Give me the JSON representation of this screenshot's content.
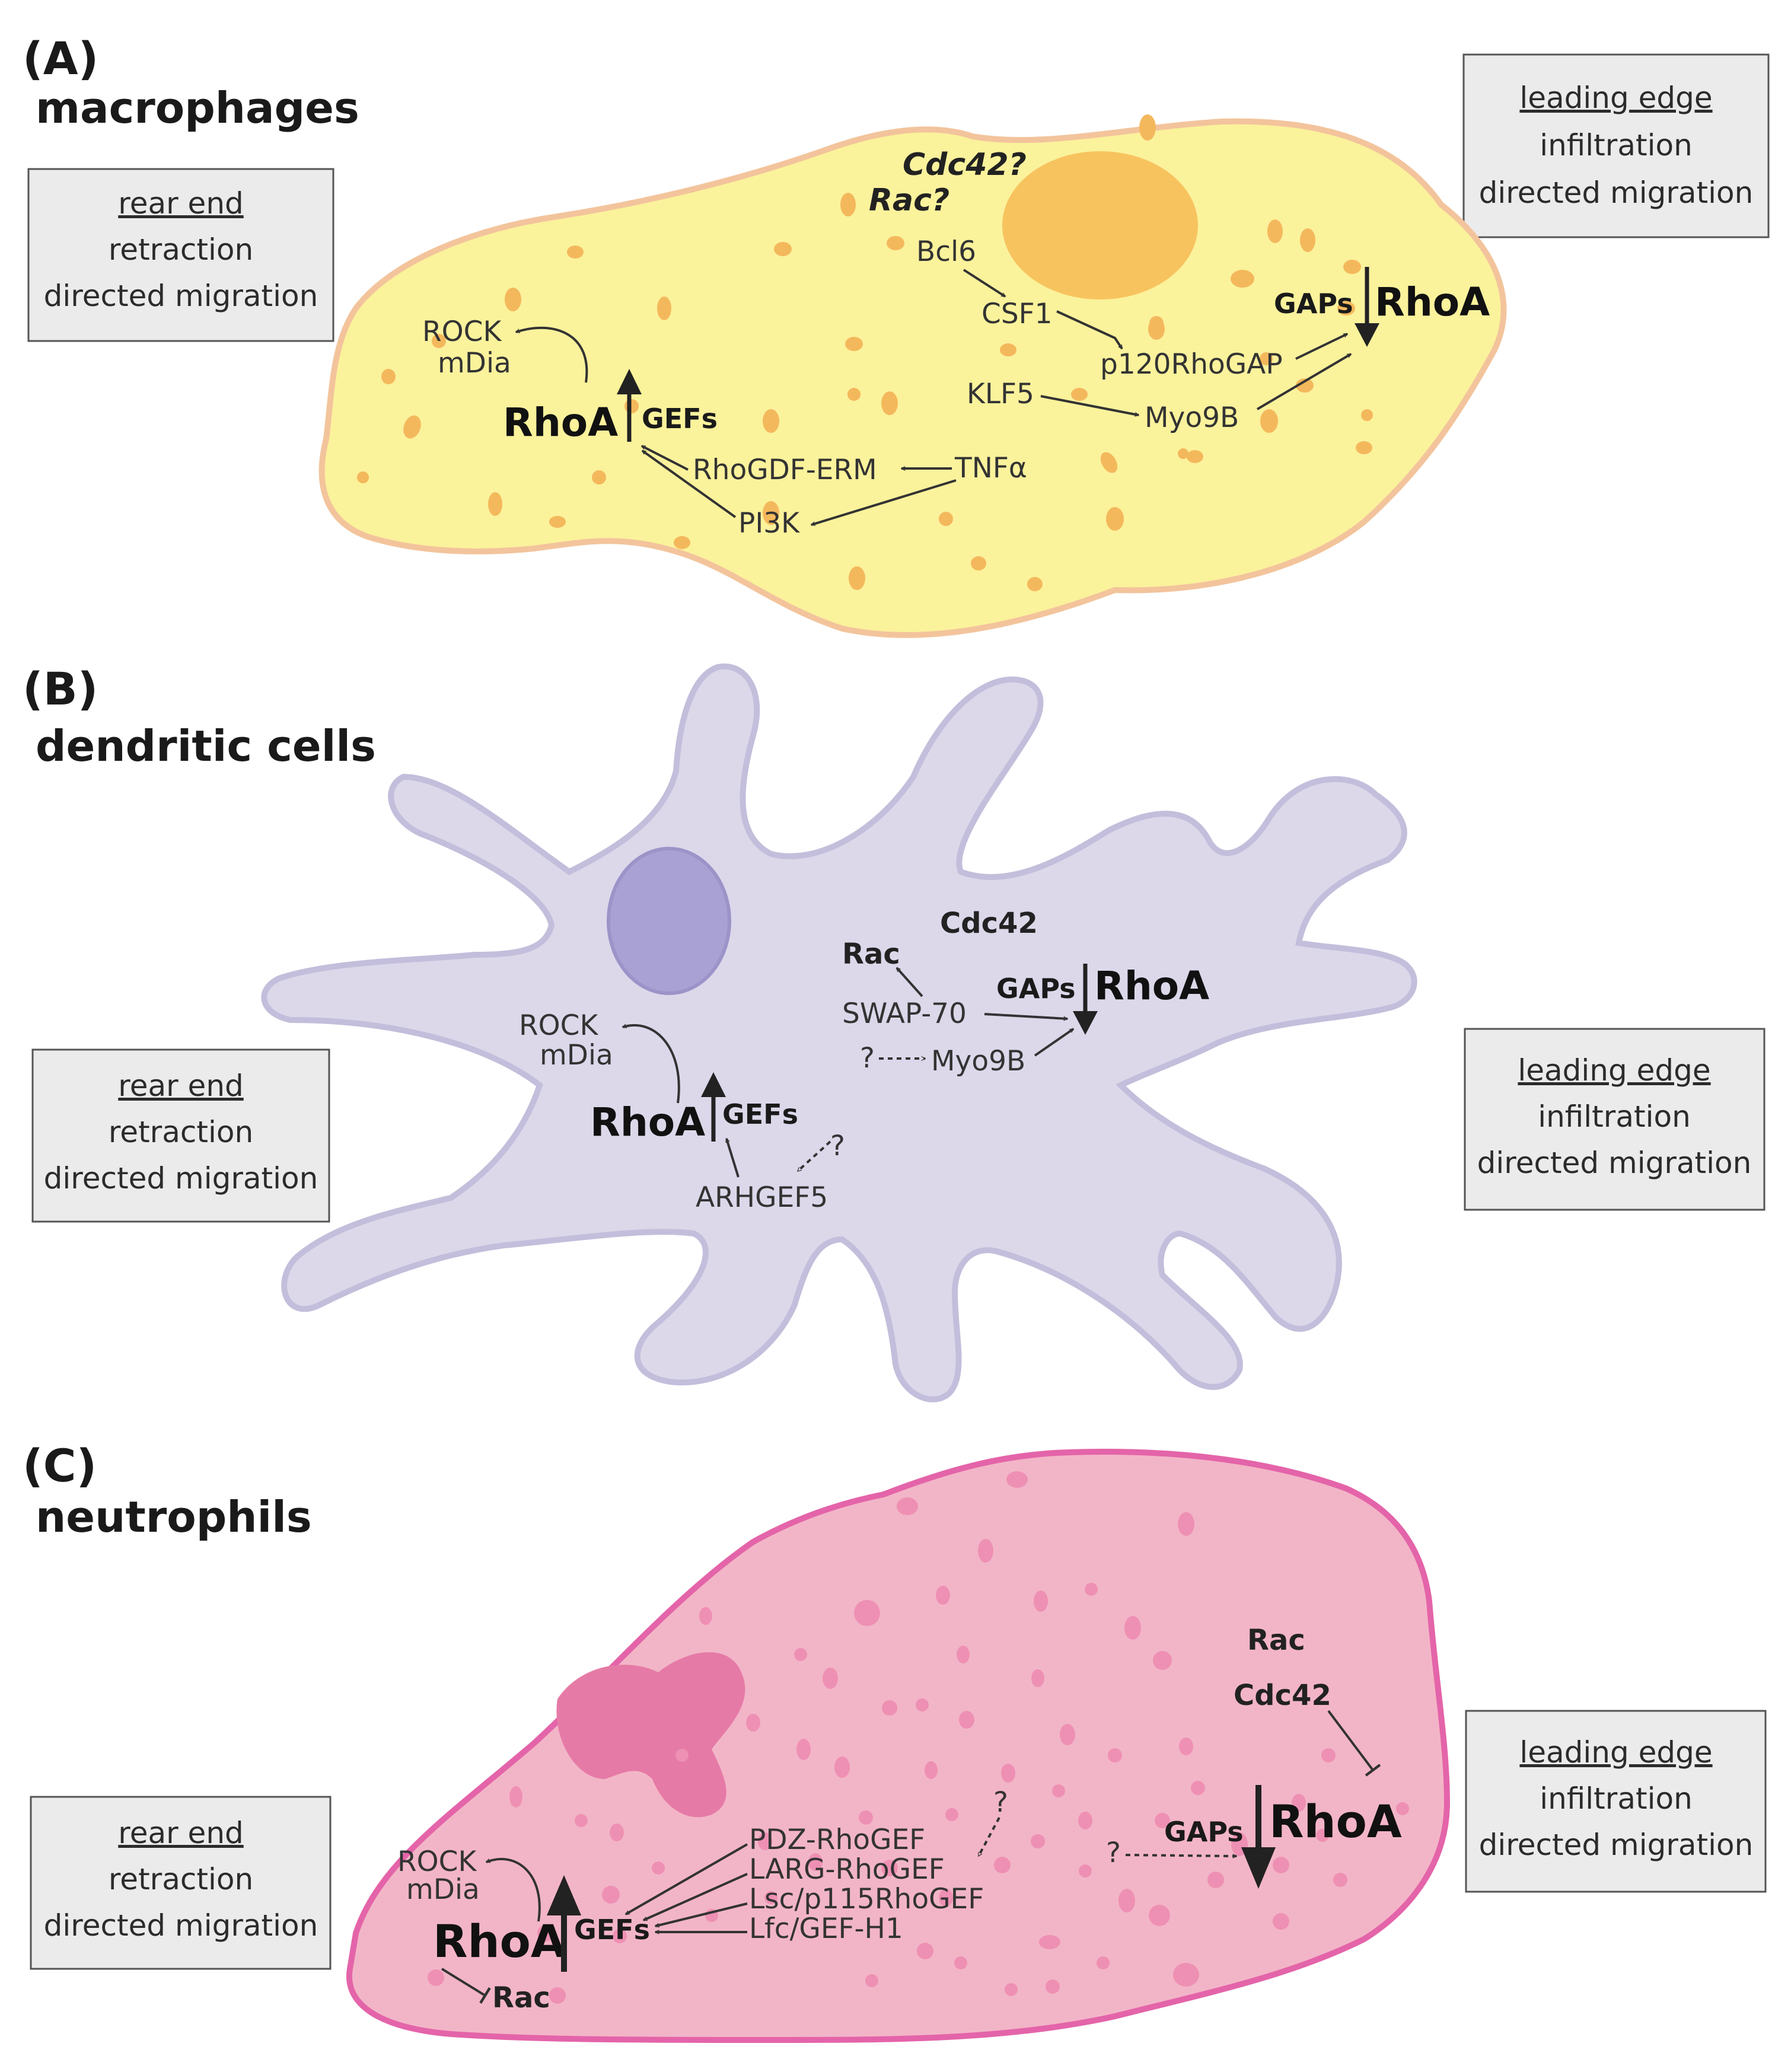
{
  "panels": [
    {
      "letter": "(A)",
      "title": "macrophages",
      "rear_box": {
        "title": "rear end",
        "line1": "retraction",
        "line2": "directed migration"
      },
      "lead_box": {
        "title": "leading edge",
        "line1": "infiltration",
        "line2": "directed migration"
      },
      "colors": {
        "cell": "#fbf29c",
        "outline": "#f3c49c",
        "granule": "#f4b85c",
        "nucleus": "#f7c35e"
      },
      "labels": {
        "cdc42": "Cdc42?",
        "rac": "Rac?",
        "bcl6": "Bcl6",
        "csf1": "CSF1",
        "p120": "p120RhoGAP",
        "klf5": "KLF5",
        "myo9b": "Myo9B",
        "gaps": "GAPs",
        "rhoa_lead": "RhoA",
        "rock": "ROCK",
        "mdia": "mDia",
        "rhoa_rear": "RhoA",
        "gefs": "GEFs",
        "rhogdf": "RhoGDF-ERM",
        "tnfa": "TNFα",
        "pi3k": "PI3K"
      }
    },
    {
      "letter": "(B)",
      "title": "dendritic cells",
      "rear_box": {
        "title": "rear end",
        "line1": "retraction",
        "line2": "directed migration"
      },
      "lead_box": {
        "title": "leading edge",
        "line1": "infiltration",
        "line2": "directed migration"
      },
      "colors": {
        "cell": "#dcd8ea",
        "outline": "#c2bedb",
        "nucleus": "#a9a0d3"
      },
      "labels": {
        "cdc42": "Cdc42",
        "rac": "Rac",
        "swap70": "SWAP-70",
        "q1": "?",
        "myo9b": "Myo9B",
        "gaps": "GAPs",
        "rhoa_lead": "RhoA",
        "rock": "ROCK",
        "mdia": "mDia",
        "rhoa_rear": "RhoA",
        "gefs": "GEFs",
        "q2": "?",
        "arhgef5": "ARHGEF5"
      }
    },
    {
      "letter": "(C)",
      "title": "neutrophils",
      "rear_box": {
        "title": "rear end",
        "line1": "retraction",
        "line2": "directed migration"
      },
      "lead_box": {
        "title": "leading edge",
        "line1": "infiltration",
        "line2": "directed migration"
      },
      "colors": {
        "cell": "#f2b5c7",
        "outline": "#e464a9",
        "granule": "#ee90b3",
        "nucleus": "#e67aa6"
      },
      "labels": {
        "rac_top": "Rac",
        "cdc42": "Cdc42",
        "gaps": "GAPs",
        "rhoa_lead": "RhoA",
        "q1": "?",
        "q2": "?",
        "pdz": "PDZ-RhoGEF",
        "larg": "LARG-RhoGEF",
        "lsc": "Lsc/p115RhoGEF",
        "lfc": "Lfc/GEF-H1",
        "rock": "ROCK",
        "mdia": "mDia",
        "rhoa_rear": "RhoA",
        "gefs": "GEFs",
        "rac_rear": "Rac"
      }
    }
  ]
}
